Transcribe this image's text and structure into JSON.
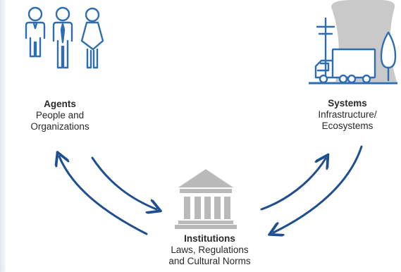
{
  "agents": {
    "title": "Agents",
    "line1": "People and",
    "line2": "Organizations",
    "icon": "people-icon"
  },
  "systems": {
    "title": "Systems",
    "line1": "Infrastructure/",
    "line2": "Ecosystems",
    "icon": "infrastructure-icon"
  },
  "institutions": {
    "title": "Institutions",
    "line1": "Laws, Regulations",
    "line2": "and Cultural Norms",
    "icon": "institution-building-icon"
  },
  "colors": {
    "arrow": "#1f4f8f",
    "icon": "#2f6db3",
    "icon_light": "#a9c4e4",
    "institution": "#b9b9b9",
    "tower": "#c9c9c9"
  }
}
